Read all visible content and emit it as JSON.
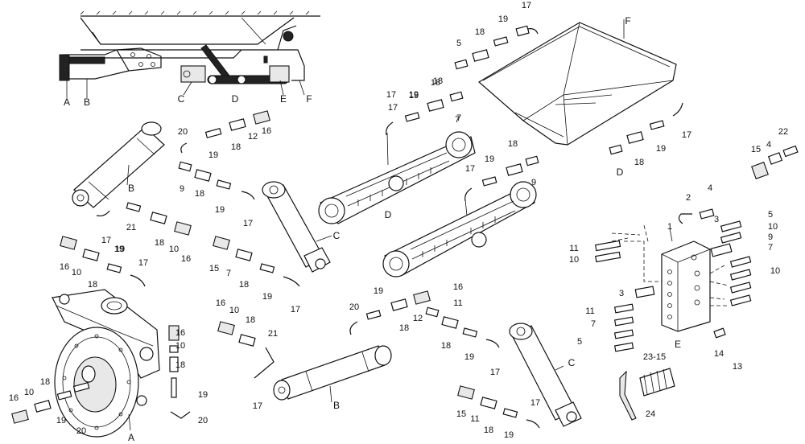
{
  "callouts": [
    {
      "id": "c1",
      "text": "A"
    },
    {
      "id": "c2",
      "text": "B"
    },
    {
      "id": "c3",
      "text": "C"
    },
    {
      "id": "c4",
      "text": "D"
    },
    {
      "id": "c5",
      "text": "E"
    },
    {
      "id": "c6",
      "text": "F"
    },
    {
      "id": "c7",
      "text": "17"
    },
    {
      "id": "c8",
      "text": "19"
    },
    {
      "id": "c9",
      "text": "18"
    },
    {
      "id": "c10",
      "text": "5"
    },
    {
      "id": "c11",
      "text": "F"
    },
    {
      "id": "c12",
      "text": "18"
    },
    {
      "id": "c13",
      "text": "19"
    },
    {
      "id": "c14",
      "text": "17"
    },
    {
      "id": "c15",
      "text": "7"
    },
    {
      "id": "c16",
      "text": "20"
    },
    {
      "id": "c17",
      "text": "18"
    },
    {
      "id": "c18",
      "text": "12"
    },
    {
      "id": "c19",
      "text": "16"
    },
    {
      "id": "c20",
      "text": "19"
    },
    {
      "id": "c21",
      "text": "B"
    },
    {
      "id": "c22",
      "text": "9"
    },
    {
      "id": "c23",
      "text": "18"
    },
    {
      "id": "c24",
      "text": "19"
    },
    {
      "id": "c25",
      "text": "17"
    },
    {
      "id": "c26",
      "text": "17"
    },
    {
      "id": "c27",
      "text": "21"
    },
    {
      "id": "c28",
      "text": "18"
    },
    {
      "id": "c29",
      "text": "10"
    },
    {
      "id": "c30",
      "text": "16"
    },
    {
      "id": "c31",
      "text": "19"
    },
    {
      "id": "c32",
      "text": "17"
    },
    {
      "id": "c33",
      "text": "19"
    },
    {
      "id": "c34",
      "text": "18"
    },
    {
      "id": "c35",
      "text": "D"
    },
    {
      "id": "c36",
      "text": "18"
    },
    {
      "id": "c37",
      "text": "17"
    },
    {
      "id": "c38",
      "text": "19"
    },
    {
      "id": "c39",
      "text": "9"
    },
    {
      "id": "c40",
      "text": "D"
    },
    {
      "id": "c41",
      "text": "C"
    },
    {
      "id": "c42",
      "text": "17"
    },
    {
      "id": "c43",
      "text": "19"
    },
    {
      "id": "c44",
      "text": "18"
    },
    {
      "id": "c45",
      "text": "7"
    },
    {
      "id": "c46",
      "text": "22"
    },
    {
      "id": "c47",
      "text": "15"
    },
    {
      "id": "c48",
      "text": "4"
    },
    {
      "id": "c49",
      "text": "4"
    },
    {
      "id": "c50",
      "text": "2"
    },
    {
      "id": "c51",
      "text": "1"
    },
    {
      "id": "c52",
      "text": "3"
    },
    {
      "id": "c53",
      "text": "5"
    },
    {
      "id": "c54",
      "text": "10"
    },
    {
      "id": "c55",
      "text": "9"
    },
    {
      "id": "c56",
      "text": "7"
    },
    {
      "id": "c57",
      "text": "10"
    },
    {
      "id": "c58",
      "text": "11"
    },
    {
      "id": "c59",
      "text": "10"
    },
    {
      "id": "c60",
      "text": "3"
    },
    {
      "id": "c61",
      "text": "11"
    },
    {
      "id": "c62",
      "text": "7"
    },
    {
      "id": "c63",
      "text": "5"
    },
    {
      "id": "c64",
      "text": "E"
    },
    {
      "id": "c65",
      "text": "14"
    },
    {
      "id": "c66",
      "text": "13"
    },
    {
      "id": "c67",
      "text": "23-15"
    },
    {
      "id": "c68",
      "text": "24"
    },
    {
      "id": "c69",
      "text": "16"
    },
    {
      "id": "c70",
      "text": "10"
    },
    {
      "id": "c71",
      "text": "18"
    },
    {
      "id": "c72",
      "text": "19"
    },
    {
      "id": "c73",
      "text": "17"
    },
    {
      "id": "c74",
      "text": "15"
    },
    {
      "id": "c75",
      "text": "7"
    },
    {
      "id": "c76",
      "text": "18"
    },
    {
      "id": "c77",
      "text": "19"
    },
    {
      "id": "c78",
      "text": "17"
    },
    {
      "id": "c79",
      "text": "16"
    },
    {
      "id": "c80",
      "text": "10"
    },
    {
      "id": "c81",
      "text": "18"
    },
    {
      "id": "c82",
      "text": "21"
    },
    {
      "id": "c83",
      "text": "17"
    },
    {
      "id": "c84",
      "text": "B"
    },
    {
      "id": "c85",
      "text": "16"
    },
    {
      "id": "c86",
      "text": "10"
    },
    {
      "id": "c87",
      "text": "18"
    },
    {
      "id": "c88",
      "text": "19"
    },
    {
      "id": "c89",
      "text": "20"
    },
    {
      "id": "c90",
      "text": "16"
    },
    {
      "id": "c91",
      "text": "10"
    },
    {
      "id": "c92",
      "text": "18"
    },
    {
      "id": "c93",
      "text": "19"
    },
    {
      "id": "c94",
      "text": "20"
    },
    {
      "id": "c95",
      "text": "A"
    },
    {
      "id": "c96",
      "text": "19"
    },
    {
      "id": "c97",
      "text": "16"
    },
    {
      "id": "c98",
      "text": "20"
    },
    {
      "id": "c99",
      "text": "11"
    },
    {
      "id": "c100",
      "text": "12"
    },
    {
      "id": "c101",
      "text": "18"
    },
    {
      "id": "c102",
      "text": "18"
    },
    {
      "id": "c103",
      "text": "19"
    },
    {
      "id": "c104",
      "text": "17"
    },
    {
      "id": "c105",
      "text": "C"
    },
    {
      "id": "c106",
      "text": "17"
    },
    {
      "id": "c107",
      "text": "15"
    },
    {
      "id": "c108",
      "text": "11"
    },
    {
      "id": "c109",
      "text": "18"
    },
    {
      "id": "c110",
      "text": "19"
    }
  ]
}
